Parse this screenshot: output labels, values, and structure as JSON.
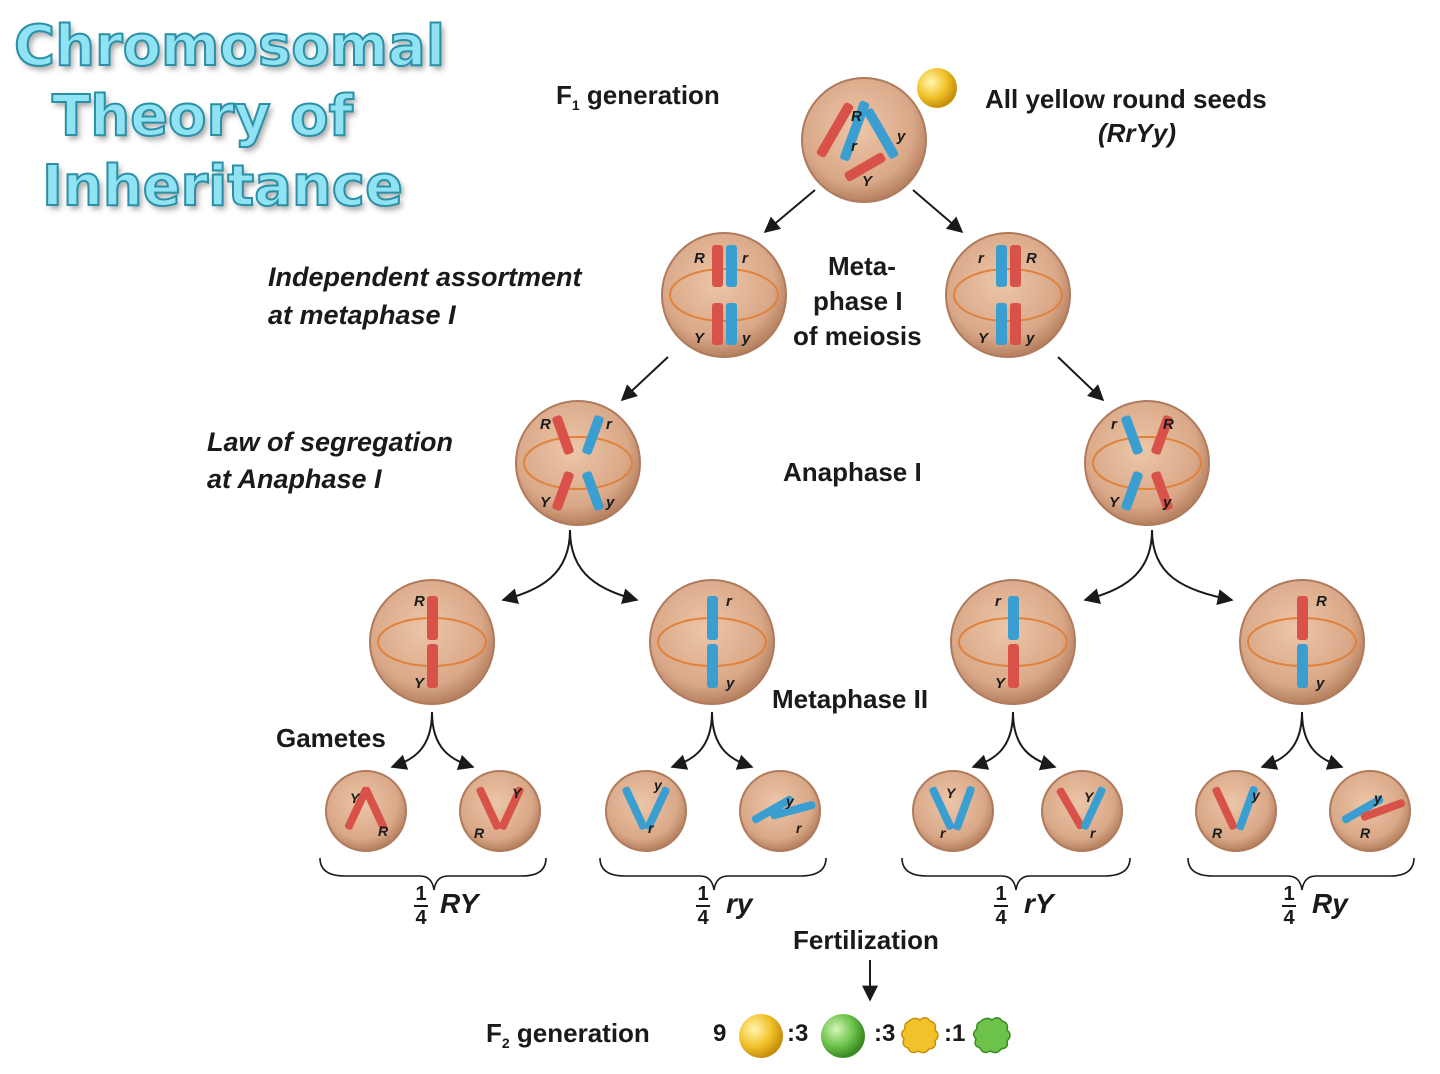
{
  "title": {
    "line1": "Chromosomal",
    "line2": "Theory of",
    "line3": "Inheritance"
  },
  "labels": {
    "f1_prefix": "F",
    "f1_sub": "1",
    "f1_suffix": " generation",
    "all_yellow": "All yellow round seeds",
    "genotype_f1": "(RrYy)",
    "independent_1": "Independent assortment",
    "independent_2": "at metaphase I",
    "meta_1": "Meta-",
    "meta_2": "phase I",
    "meta_3": "of meiosis",
    "law_1": "Law of segregation",
    "law_2": "at Anaphase I",
    "anaphase": "Anaphase I",
    "metaphase2": "Metaphase II",
    "gametes": "Gametes",
    "fertilization": "Fertilization",
    "f2_prefix": "F",
    "f2_sub": "2",
    "f2_suffix": " generation"
  },
  "fractions": [
    {
      "num": "1",
      "den": "4",
      "genotype": "RY"
    },
    {
      "num": "1",
      "den": "4",
      "genotype": "ry"
    },
    {
      "num": "1",
      "den": "4",
      "genotype": "rY"
    },
    {
      "num": "1",
      "den": "4",
      "genotype": "Ry"
    }
  ],
  "ratio": {
    "n1": "9",
    "n2": ":3",
    "n3": ":3",
    "n4": ":1"
  },
  "alleles": {
    "R": "R",
    "r": "r",
    "Y": "Y",
    "y": "y"
  },
  "colors": {
    "title_fill": "#8fe3f2",
    "title_stroke": "#2b8fa6",
    "cell_fill": "#d9a888",
    "cell_edge": "#b07a5c",
    "red_chromosome": "#d8524a",
    "blue_chromosome": "#3a9fd0",
    "spindle": "#e0823c",
    "yellow_seed": "#f2c22a",
    "green_seed": "#6cc24a"
  },
  "icons": {
    "yellow_round": "yellow-round-seed-icon",
    "green_round": "green-round-seed-icon",
    "yellow_wrinkled": "yellow-wrinkled-seed-icon",
    "green_wrinkled": "green-wrinkled-seed-icon"
  }
}
